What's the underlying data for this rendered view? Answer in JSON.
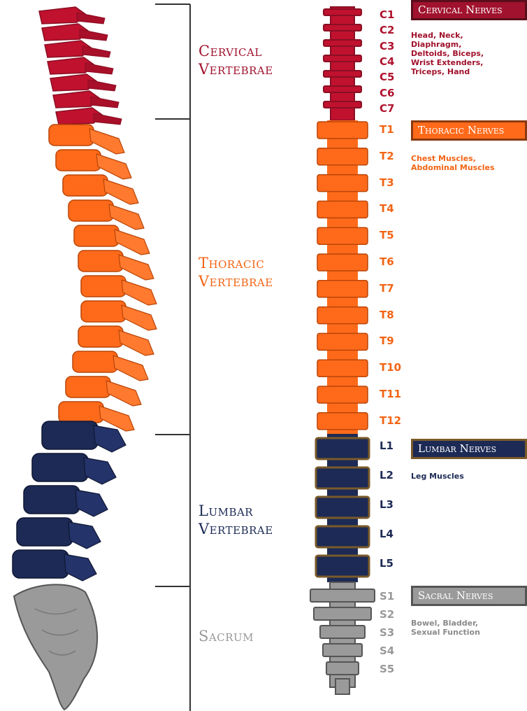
{
  "colors": {
    "cervical": "#c0112e",
    "cervical_dark": "#8a0f24",
    "thoracic": "#ff6a1a",
    "thoracic_dark": "#b94508",
    "lumbar": "#1c2a55",
    "lumbar_dark": "#0f1733",
    "lumbar_border": "#7a5a2a",
    "sacral": "#9a9a9a",
    "sacral_dark": "#555555",
    "bracket": "#333333"
  },
  "regions": [
    {
      "key": "cervical",
      "line1": "Cervical",
      "line2": "Vertebrae"
    },
    {
      "key": "thoracic",
      "line1": "Thoracic",
      "line2": "Vertebrae"
    },
    {
      "key": "lumbar",
      "line1": "Lumbar",
      "line2": "Vertebrae"
    },
    {
      "key": "sacral",
      "line1": "Sacrum",
      "line2": ""
    }
  ],
  "vertebra_labels": {
    "cervical": [
      "C1",
      "C2",
      "C3",
      "C4",
      "C5",
      "C6",
      "C7"
    ],
    "thoracic": [
      "T1",
      "T2",
      "T3",
      "T4",
      "T5",
      "T6",
      "T7",
      "T8",
      "T9",
      "T10",
      "T11",
      "T12"
    ],
    "lumbar": [
      "L1",
      "L2",
      "L3",
      "L4",
      "L5"
    ],
    "sacral": [
      "S1",
      "S2",
      "S3",
      "S4",
      "S5"
    ]
  },
  "nerves": {
    "cervical": {
      "title": "Cervical Nerves",
      "lines": [
        "Head, Neck,",
        "Diaphragm,",
        "Deltoids, Biceps,",
        "Wrist Extenders,",
        "Triceps, Hand"
      ]
    },
    "thoracic": {
      "title": "Thoracic Nerves",
      "lines": [
        "Chest Muscles,",
        "Abdominal Muscles"
      ]
    },
    "lumbar": {
      "title": "Lumbar Nerves",
      "lines": [
        "Leg Muscles"
      ]
    },
    "sacral": {
      "title": "Sacral Nerves",
      "lines": [
        "Bowel, Bladder,",
        "Sexual Function"
      ]
    }
  }
}
